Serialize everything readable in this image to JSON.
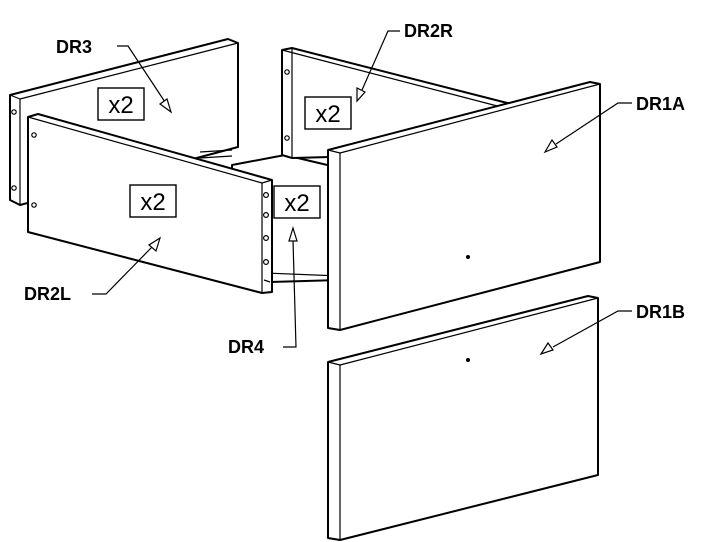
{
  "parts": [
    {
      "id": "DR3",
      "label": "DR3",
      "quantity": "x2"
    },
    {
      "id": "DR2R",
      "label": "DR2R",
      "quantity": "x2"
    },
    {
      "id": "DR1A",
      "label": "DR1A"
    },
    {
      "id": "DR2L",
      "label": "DR2L",
      "quantity": "x2"
    },
    {
      "id": "DR4",
      "label": "DR4",
      "quantity": "x2"
    },
    {
      "id": "DR1B",
      "label": "DR1B"
    }
  ]
}
